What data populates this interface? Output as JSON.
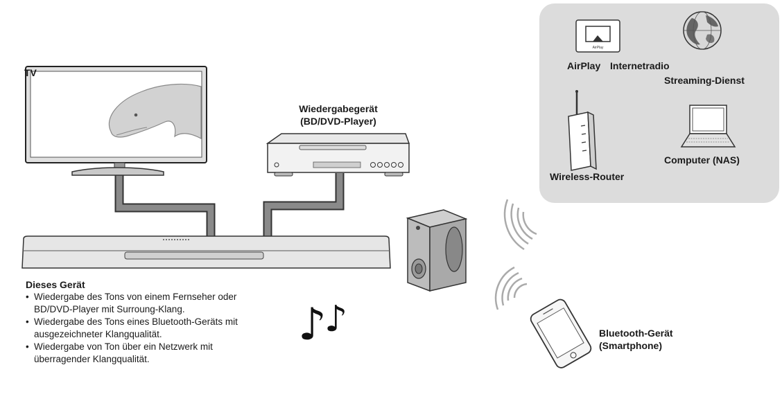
{
  "labels": {
    "tv": "TV",
    "player_line1": "Wiedergabegerät",
    "player_line2": "(BD/DVD-Player)",
    "airplay": "AirPlay",
    "internetradio": "Internetradio",
    "streaming": "Streaming-Dienst",
    "router": "Wireless-Router",
    "computer": "Computer (NAS)",
    "bluetooth_line1": "Bluetooth-Gerät",
    "bluetooth_line2": "(Smartphone)",
    "airplay_icon_text": "AirPlay"
  },
  "device_description": {
    "title": "Dieses Gerät",
    "items": [
      "Wiedergabe des Tons von einem Fernseher oder BD/DVD-Player mit Surroung-Klang.",
      "Wiedergabe des Tons eines Bluetooth-Geräts mit ausgezeichneter Klangqualität.",
      "Wiedergabe von Ton über ein Netzwerk mit überragender Klangqualität."
    ]
  },
  "icons": {
    "music_notes": "♪♪"
  }
}
